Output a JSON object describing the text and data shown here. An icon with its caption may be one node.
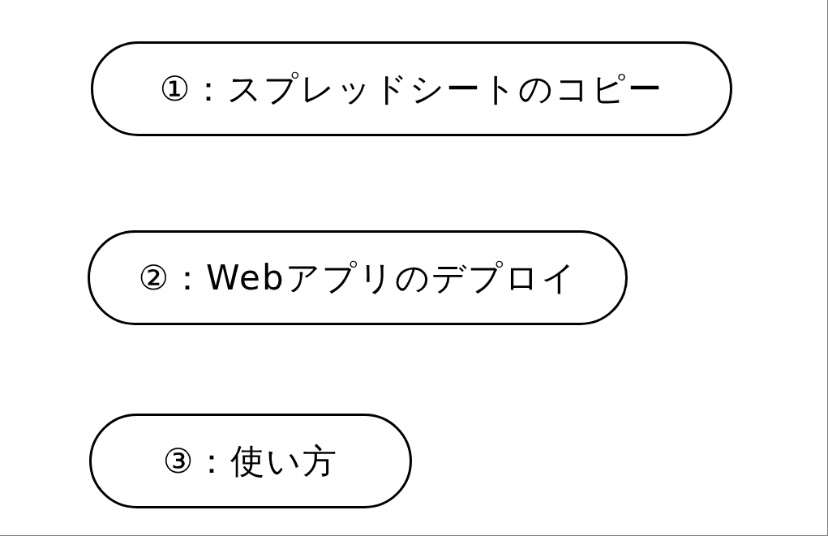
{
  "diagram": {
    "nodes": [
      {
        "text": [
          "①：スプレッドシートのコピー"
        ]
      },
      {
        "text": [
          "②：Webアプリのデプロイ"
        ]
      },
      {
        "text": [
          "③：使い方"
        ]
      }
    ]
  }
}
